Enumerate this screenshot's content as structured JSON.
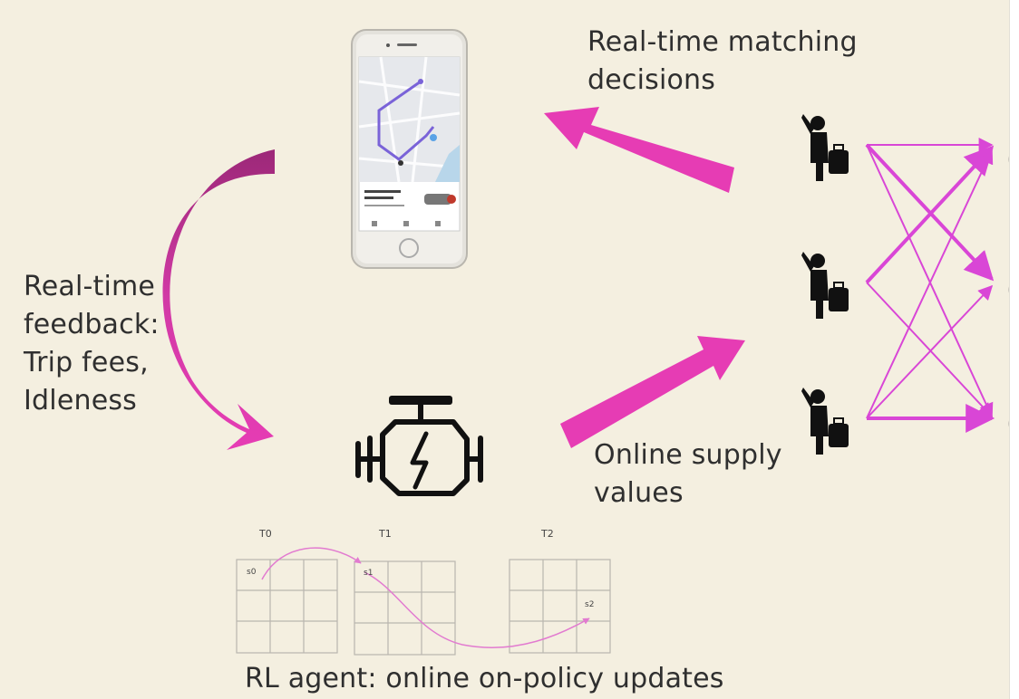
{
  "labels": {
    "matching": [
      "Real-time matching",
      "decisions"
    ],
    "feedback": [
      "Real-time",
      "feedback:",
      "Trip fees,",
      "Idleness"
    ],
    "supply": [
      "Online supply",
      "values"
    ],
    "rl_agent": "RL agent: online on-policy updates"
  },
  "time_steps": [
    "T0",
    "T1",
    "T2"
  ],
  "states": [
    "s0",
    "s1",
    "s2"
  ],
  "colors": {
    "background": "#f4efe0",
    "arrow_magenta": "#e63cb4",
    "arrow_dark": "#9c2878",
    "matching_lines": "#d946d6",
    "icon": "#111111",
    "text": "#2f2f2f"
  },
  "icons": [
    "smartphone-map-icon",
    "engine-icon",
    "driver-icon",
    "driver-icon",
    "driver-icon"
  ]
}
